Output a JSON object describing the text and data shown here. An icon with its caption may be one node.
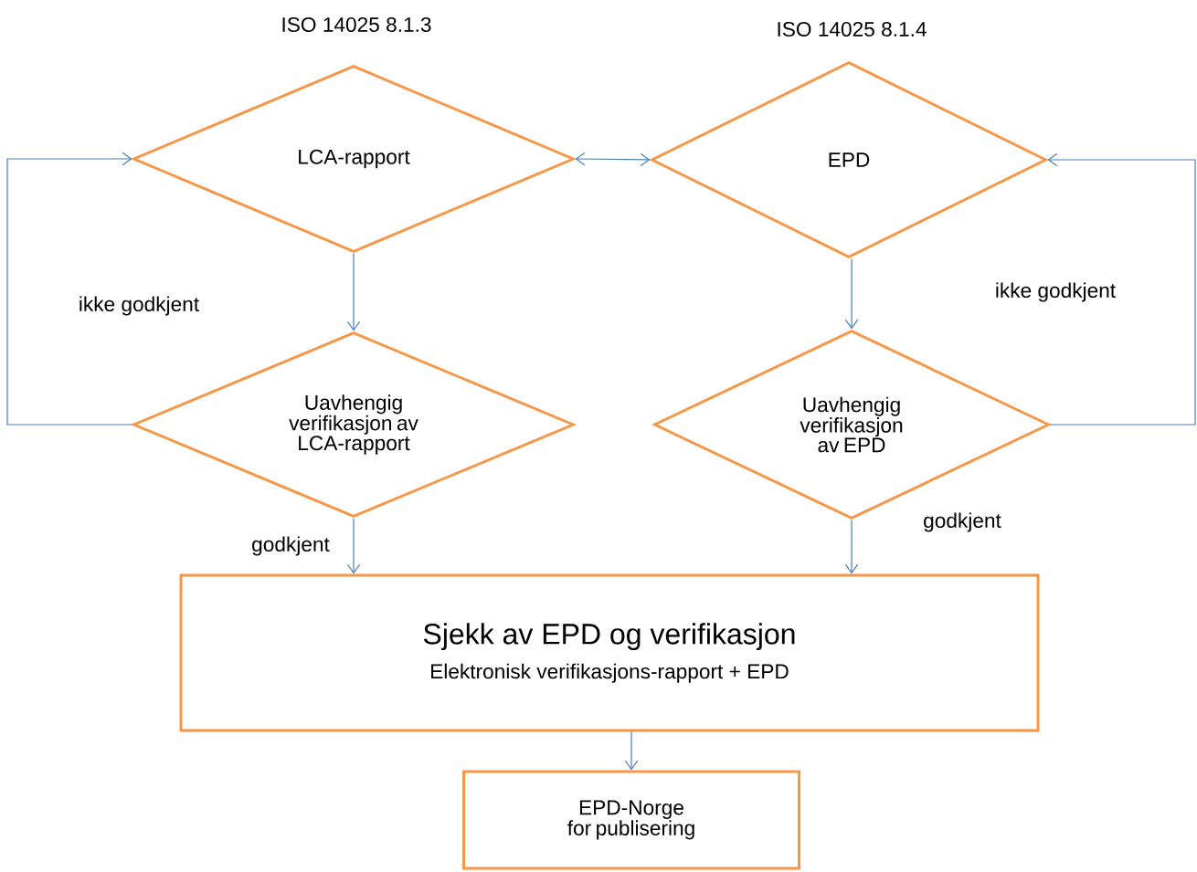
{
  "diagram": {
    "nodes": [
      {
        "text": [
          "LCA-rapport"
        ],
        "beside": [
          "ISO 14025 8.1.3"
        ]
      },
      {
        "text": [
          "EPD"
        ],
        "beside": [
          "ISO 14025 8.1.4"
        ]
      },
      {
        "text": [
          "Uavhengig verifikasjon av LCA-rapport"
        ]
      },
      {
        "text": [
          "Uavhengig verifikasjon av EPD"
        ]
      },
      {
        "text": [
          "Sjekk av EPD og verifikasjon",
          "Elektronisk verifikasjons-rapport + EPD"
        ]
      },
      {
        "text": [
          "EPD-Norge for publisering"
        ]
      }
    ],
    "edges": [
      {
        "from": 0,
        "to": 2,
        "arrow": "to"
      },
      {
        "from": 1,
        "to": 3,
        "arrow": "to"
      },
      {
        "from": 2,
        "to": 0,
        "arrow": "to",
        "label": "ikke godkjent"
      },
      {
        "from": 0,
        "to": 1,
        "arrow": "both"
      },
      {
        "from": 3,
        "to": 1,
        "arrow": "to",
        "label": "ikke godkjent"
      },
      {
        "from": 2,
        "to": 4,
        "arrow": "to",
        "label": "godkjent"
      },
      {
        "from": 3,
        "to": 4,
        "arrow": "to",
        "label": "godkjent"
      },
      {
        "from": 4,
        "to": 5,
        "arrow": "to"
      }
    ]
  }
}
